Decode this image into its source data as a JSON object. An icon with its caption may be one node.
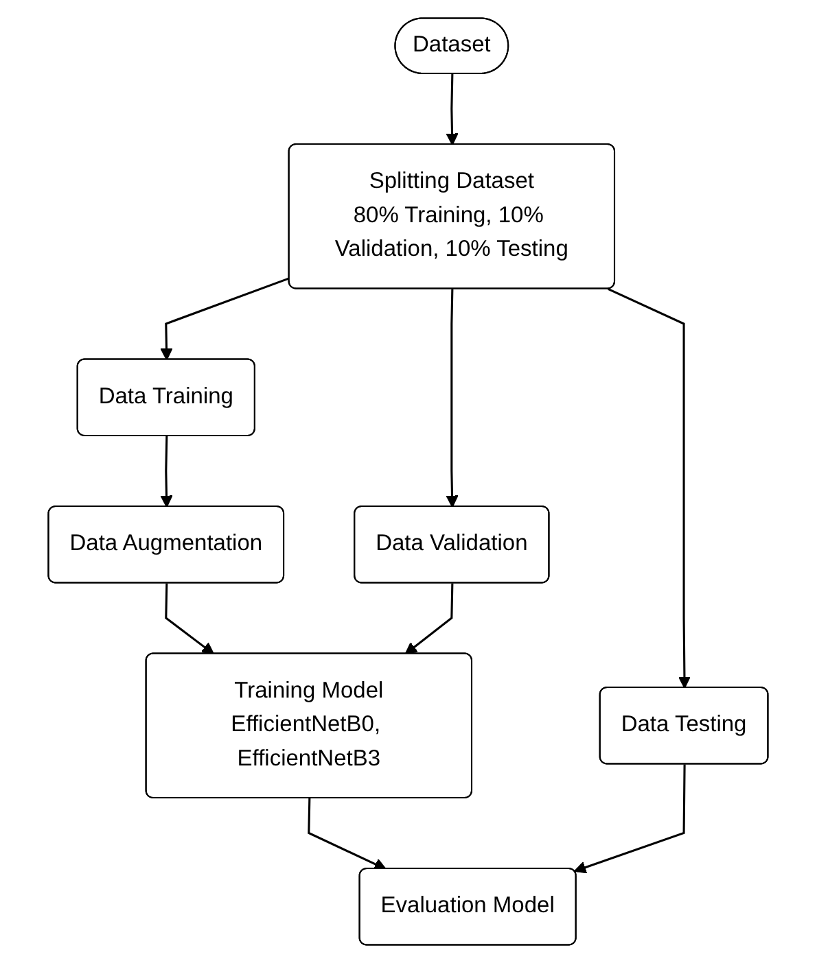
{
  "diagram": {
    "nodes": [
      {
        "text": [
          "Dataset"
        ]
      },
      {
        "text": [
          "Splitting Dataset",
          "80% Training, 10% Validation, 10% Testing"
        ]
      },
      {
        "text": [
          "Data Training"
        ]
      },
      {
        "text": [
          "Data Validation"
        ]
      },
      {
        "text": [
          "Data Testing"
        ]
      },
      {
        "text": [
          "Data Augmentation"
        ]
      },
      {
        "text": [
          "Training Model",
          "EfficientNetB0, EfficientNetB3"
        ]
      },
      {
        "text": [
          "Evaluation Model"
        ]
      }
    ],
    "edges": [
      {
        "from": 0,
        "to": 1,
        "arrow": "to"
      },
      {
        "from": 1,
        "to": 2,
        "arrow": "to"
      },
      {
        "from": 1,
        "to": 3,
        "arrow": "to"
      },
      {
        "from": 1,
        "to": 4,
        "arrow": "to"
      },
      {
        "from": 2,
        "to": 5,
        "arrow": "to"
      },
      {
        "from": 5,
        "to": 6,
        "arrow": "to"
      },
      {
        "from": 3,
        "to": 6,
        "arrow": "to"
      },
      {
        "from": 6,
        "to": 7,
        "arrow": "to"
      },
      {
        "from": 4,
        "to": 7,
        "arrow": "to"
      }
    ]
  }
}
